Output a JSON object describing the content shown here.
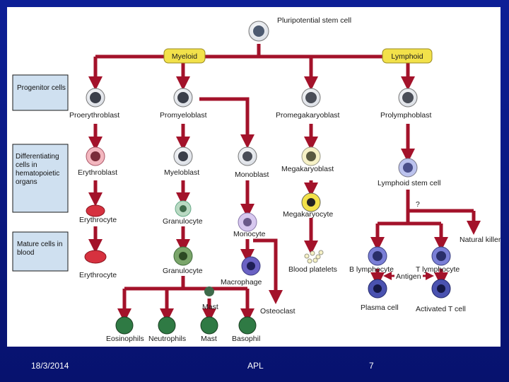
{
  "diagram": {
    "top_cell": "Pluripotential stem cell",
    "branches": {
      "myeloid": "Myeloid",
      "lymphoid": "Lymphoid"
    },
    "stage_boxes": [
      "Progenitor cells",
      "Differentiating cells in hematopoietic organs",
      "Mature cells in blood"
    ],
    "cells": {
      "proerythroblast": "Proerythroblast",
      "promyeloblast": "Promyeloblast",
      "promegakaryoblast": "Promegakaryoblast",
      "prolymphoblast": "Prolymphoblast",
      "erythroblast": "Erythroblast",
      "myeloblast": "Myeloblast",
      "monoblast": "Monoblast",
      "megakaryoblast": "Megakaryoblast",
      "lymphoid_stem_cell": "Lymphoid stem cell",
      "erythrocyte_diff": "Erythrocyte",
      "granulocyte_diff": "Granulocyte",
      "monocyte": "Monocyte",
      "megakaryocyte": "Megakaryocyte",
      "unknown_mark": "?",
      "natural_killer": "Natural killer cell",
      "erythrocyte_blood": "Erythrocyte",
      "granulocyte_blood": "Granulocyte",
      "macrophage": "Macrophage",
      "blood_platelets": "Blood platelets",
      "b_lymphocyte": "B lymphocyte",
      "t_lymphocyte": "T lymphocyte",
      "antigen": "Antigen",
      "mast_mid": "Mast",
      "osteoclast": "Osteoclast",
      "plasma_cell": "Plasma cell",
      "activated_t_cell": "Activated T cell",
      "eosinophils": "Eosinophils",
      "neutrophils": "Neutrophils",
      "mast": "Mast",
      "basophil": "Basophil"
    },
    "colors": {
      "arrow": "#a3122a",
      "branch_fill": "#f2e14a",
      "stage_box_fill": "#cfe0f0"
    }
  },
  "footer": {
    "date": "18/3/2014",
    "title": "APL",
    "page": "7"
  }
}
